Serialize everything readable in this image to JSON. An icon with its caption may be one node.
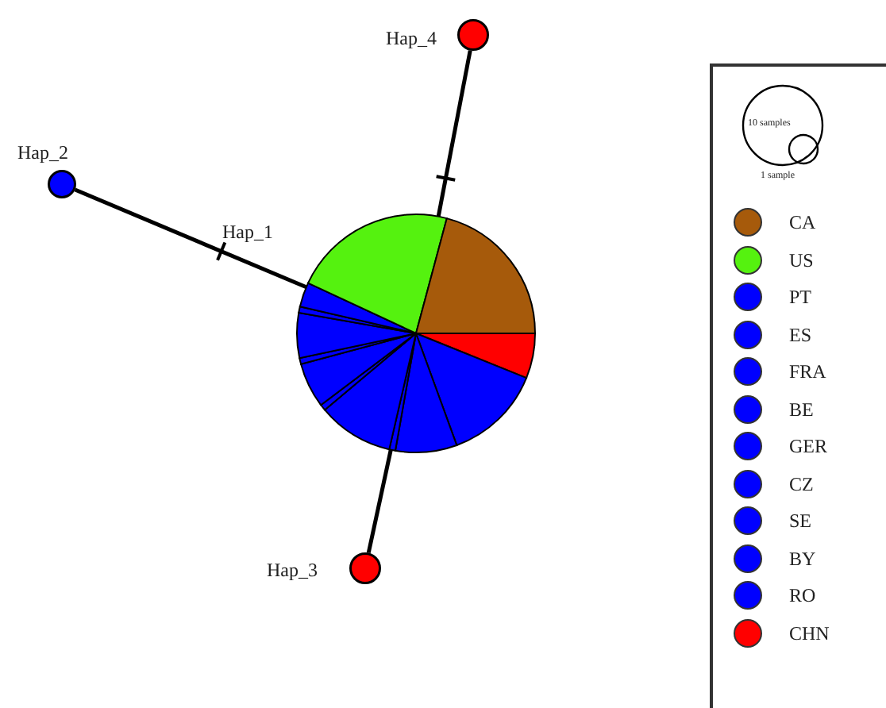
{
  "diagram": {
    "nodes": [
      {
        "text": [
          "Hap_1"
        ]
      },
      {
        "text": [
          "Hap_2"
        ]
      },
      {
        "text": [
          "Hap_3"
        ]
      },
      {
        "text": [
          "Hap_4"
        ]
      }
    ],
    "edges": [
      {
        "from": 1,
        "to": 0,
        "arrow": "none"
      },
      {
        "from": 2,
        "to": 0,
        "arrow": "none"
      },
      {
        "from": 3,
        "to": 0,
        "arrow": "none"
      }
    ],
    "labels": [
      "10 samples",
      "1 sample"
    ],
    "legend": [
      {
        "text": "CA",
        "color": "#a65a0b"
      },
      {
        "text": "US",
        "color": "#55f20f"
      },
      {
        "text": "PT",
        "color": "#0000ff"
      },
      {
        "text": "ES",
        "color": "#0000ff"
      },
      {
        "text": "FRA",
        "color": "#0000ff"
      },
      {
        "text": "BE",
        "color": "#0000ff"
      },
      {
        "text": "GER",
        "color": "#0000ff"
      },
      {
        "text": "CZ",
        "color": "#0000ff"
      },
      {
        "text": "SE",
        "color": "#0000ff"
      },
      {
        "text": "BY",
        "color": "#0000ff"
      },
      {
        "text": "RO",
        "color": "#0000ff"
      },
      {
        "text": "CHN",
        "color": "#ff0000"
      }
    ]
  }
}
